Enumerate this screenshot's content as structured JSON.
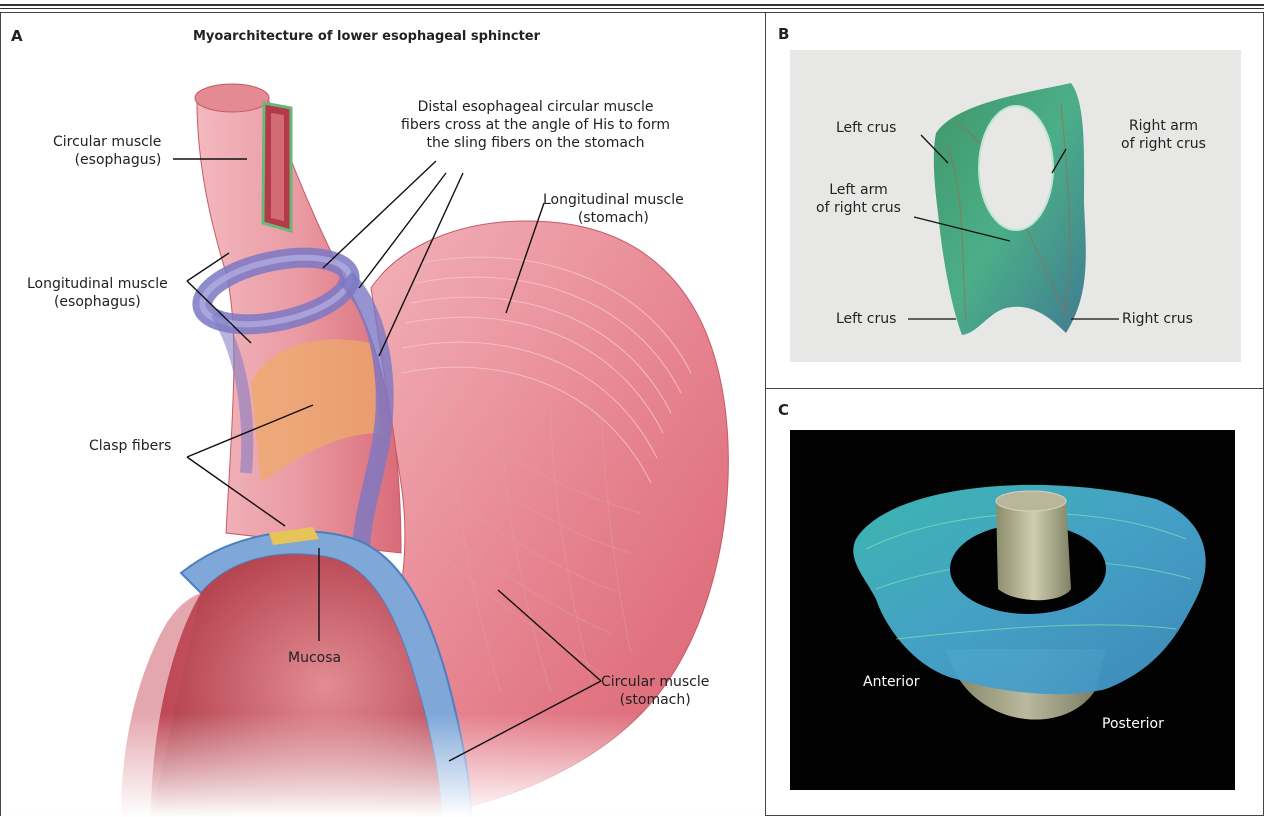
{
  "panel_a": {
    "letter": "A",
    "title": "Myoarchitecture of lower esophageal sphincter",
    "labels": {
      "circular_esophagus": "Circular muscle\n(esophagus)",
      "longitudinal_esophagus": "Longitudinal muscle\n(esophagus)",
      "sling_note": "Distal esophageal circular muscle\nfibers cross at the angle of His to form\nthe sling fibers on the stomach",
      "longitudinal_stomach": "Longitudinal muscle\n(stomach)",
      "clasp_fibers": "Clasp fibers",
      "mucosa": "Mucosa",
      "circular_stomach": "Circular muscle\n(stomach)"
    }
  },
  "panel_b": {
    "letter": "B",
    "labels": {
      "left_crus_top": "Left crus",
      "right_arm": "Right arm\nof right crus",
      "left_arm": "Left arm\nof right crus",
      "left_crus_bottom": "Left crus",
      "right_crus": "Right crus"
    }
  },
  "panel_c": {
    "letter": "C",
    "labels": {
      "anterior": "Anterior",
      "posterior": "Posterior"
    }
  },
  "colors": {
    "muscle_pink": "#e58a94",
    "muscle_dark": "#c9505e",
    "sling_purple": "#7a78c4",
    "clasp_orange": "#e8a25c",
    "fiber_green": "#3fa877",
    "fiber_cyan": "#40c0c0"
  }
}
